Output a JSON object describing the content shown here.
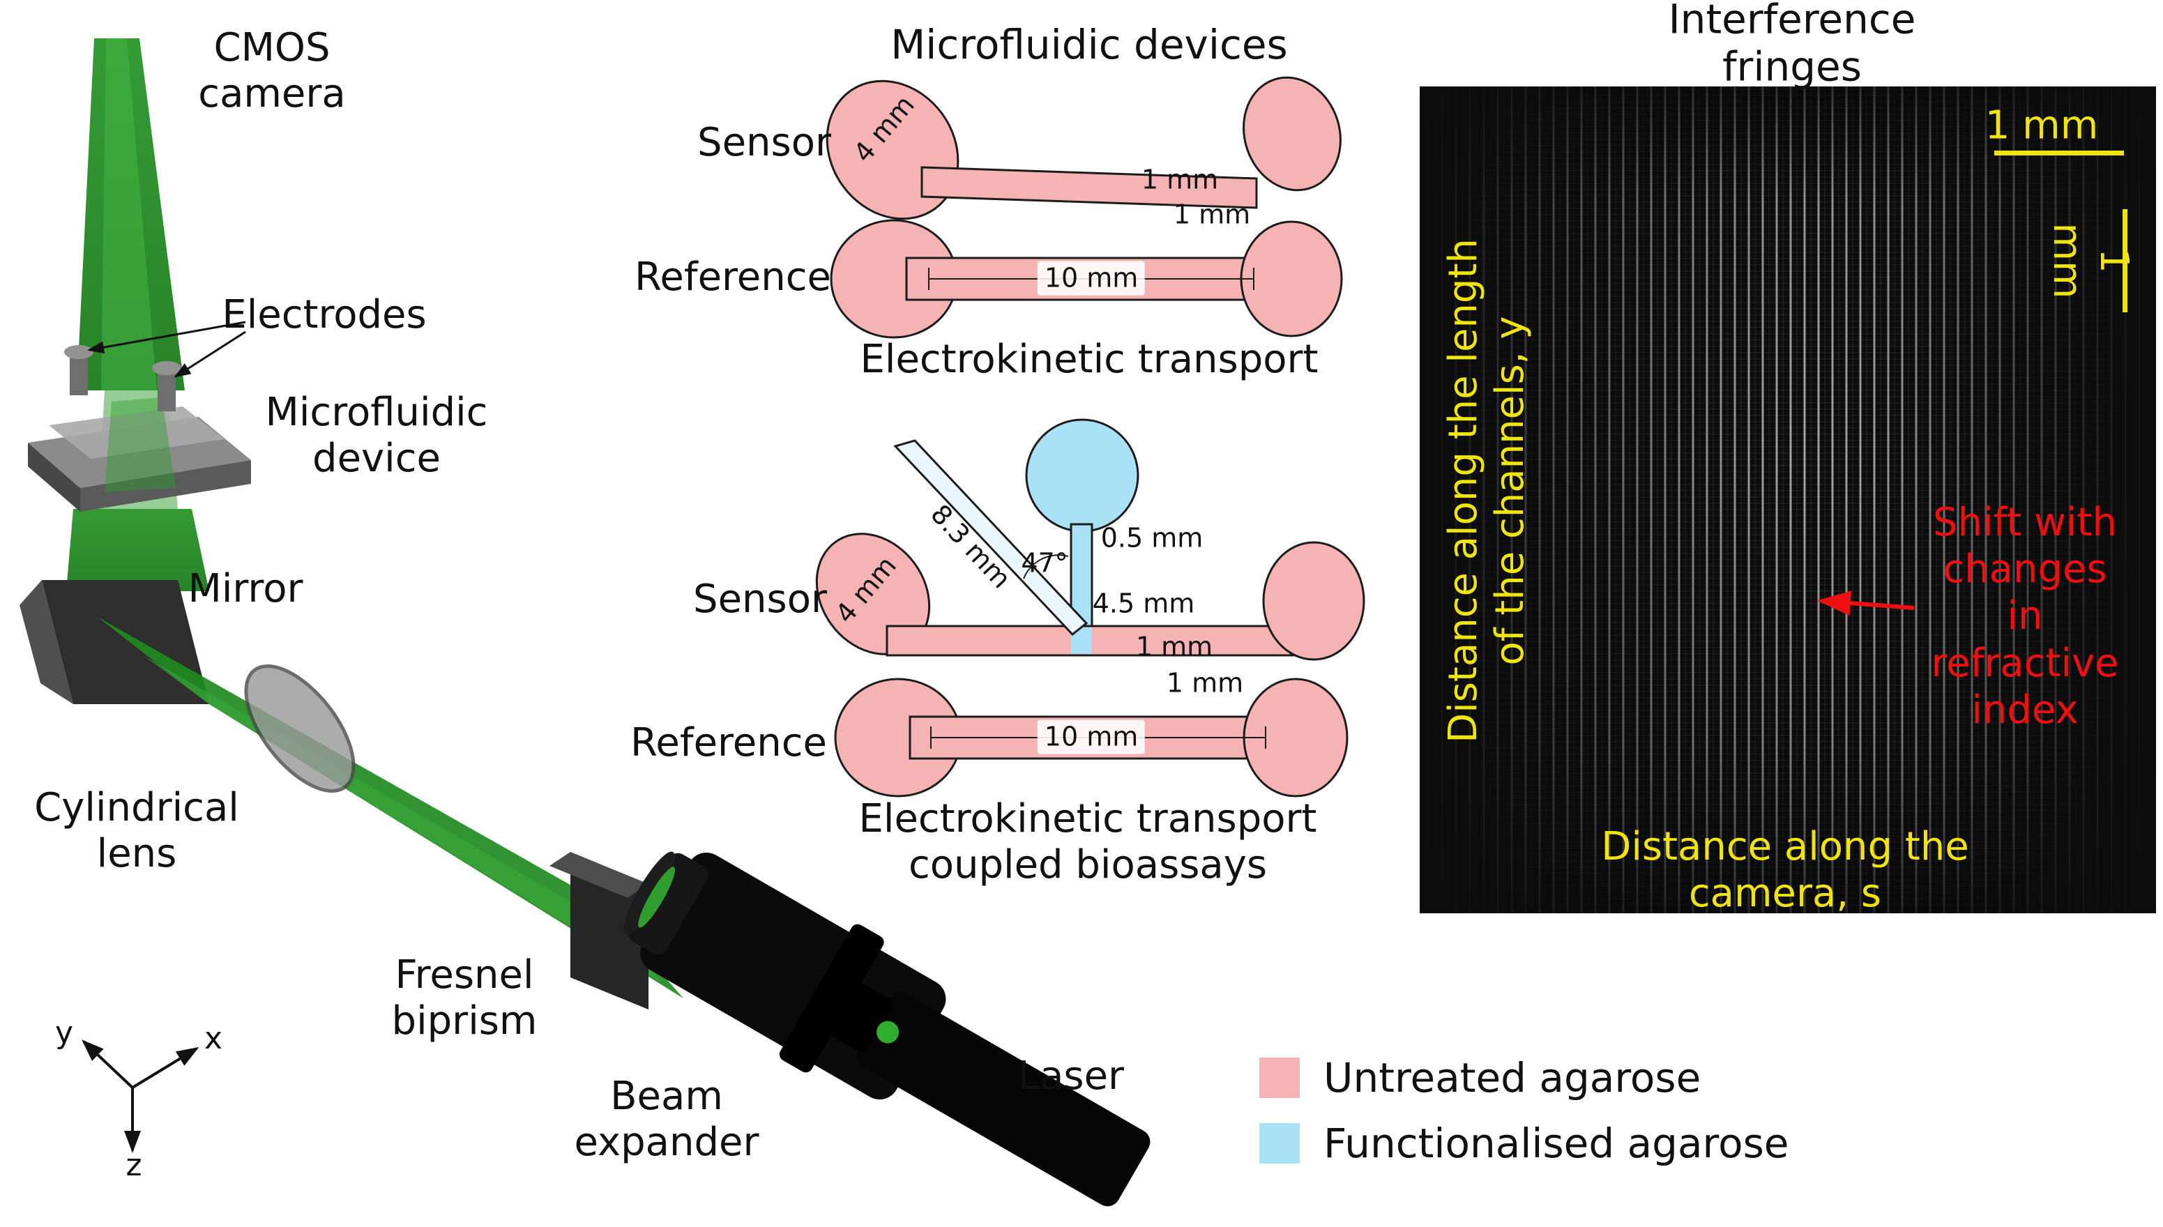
{
  "colors": {
    "untreated": "#f6b3b3",
    "functionalised": "#a9e1f6",
    "beam": "#2f9e2f",
    "accent_yellow": "#efe410",
    "accent_red": "#ee1010"
  },
  "optical_setup": {
    "camera_label": "CMOS\ncamera",
    "electrodes_label": "Electrodes",
    "device_label": "Microfluidic\ndevice",
    "mirror_label": "Mirror",
    "lens_label": "Cylindrical\nlens",
    "biprism_label": "Fresnel\nbiprism",
    "expander_label": "Beam\nexpander",
    "laser_label": "Laser",
    "axes": {
      "x": "x",
      "y": "y",
      "z": "z"
    }
  },
  "devices_panel": {
    "title": "Microfluidic devices",
    "device1": {
      "sensor_label": "Sensor",
      "reference_label": "Reference",
      "dim_4mm": "4 mm",
      "dim_1mm_channel": "1 mm",
      "dim_1mm_gap": "1 mm",
      "dim_10mm": "10 mm",
      "caption": "Electrokinetic transport"
    },
    "device2": {
      "sensor_label": "Sensor",
      "reference_label": "Reference",
      "dim_4mm": "4 mm",
      "dim_needle": "8.3 mm",
      "dim_angle": "47°",
      "dim_05mm": "0.5 mm",
      "dim_45mm": "4.5 mm",
      "dim_1mm_channel": "1 mm",
      "dim_1mm_gap": "1 mm",
      "dim_10mm": "10 mm",
      "caption": "Electrokinetic transport\ncoupled bioassays"
    }
  },
  "fringes_panel": {
    "title": "Interference fringes",
    "scalebar_horizontal": "1 mm",
    "scalebar_vertical": "1 mm",
    "ylabel": "Distance along the length\nof the channels, y",
    "xlabel": "Distance along the camera, s",
    "annotation": "Shift with\nchanges in\nrefractive\nindex"
  },
  "legend": {
    "untreated": "Untreated agarose",
    "functionalised": "Functionalised agarose"
  }
}
